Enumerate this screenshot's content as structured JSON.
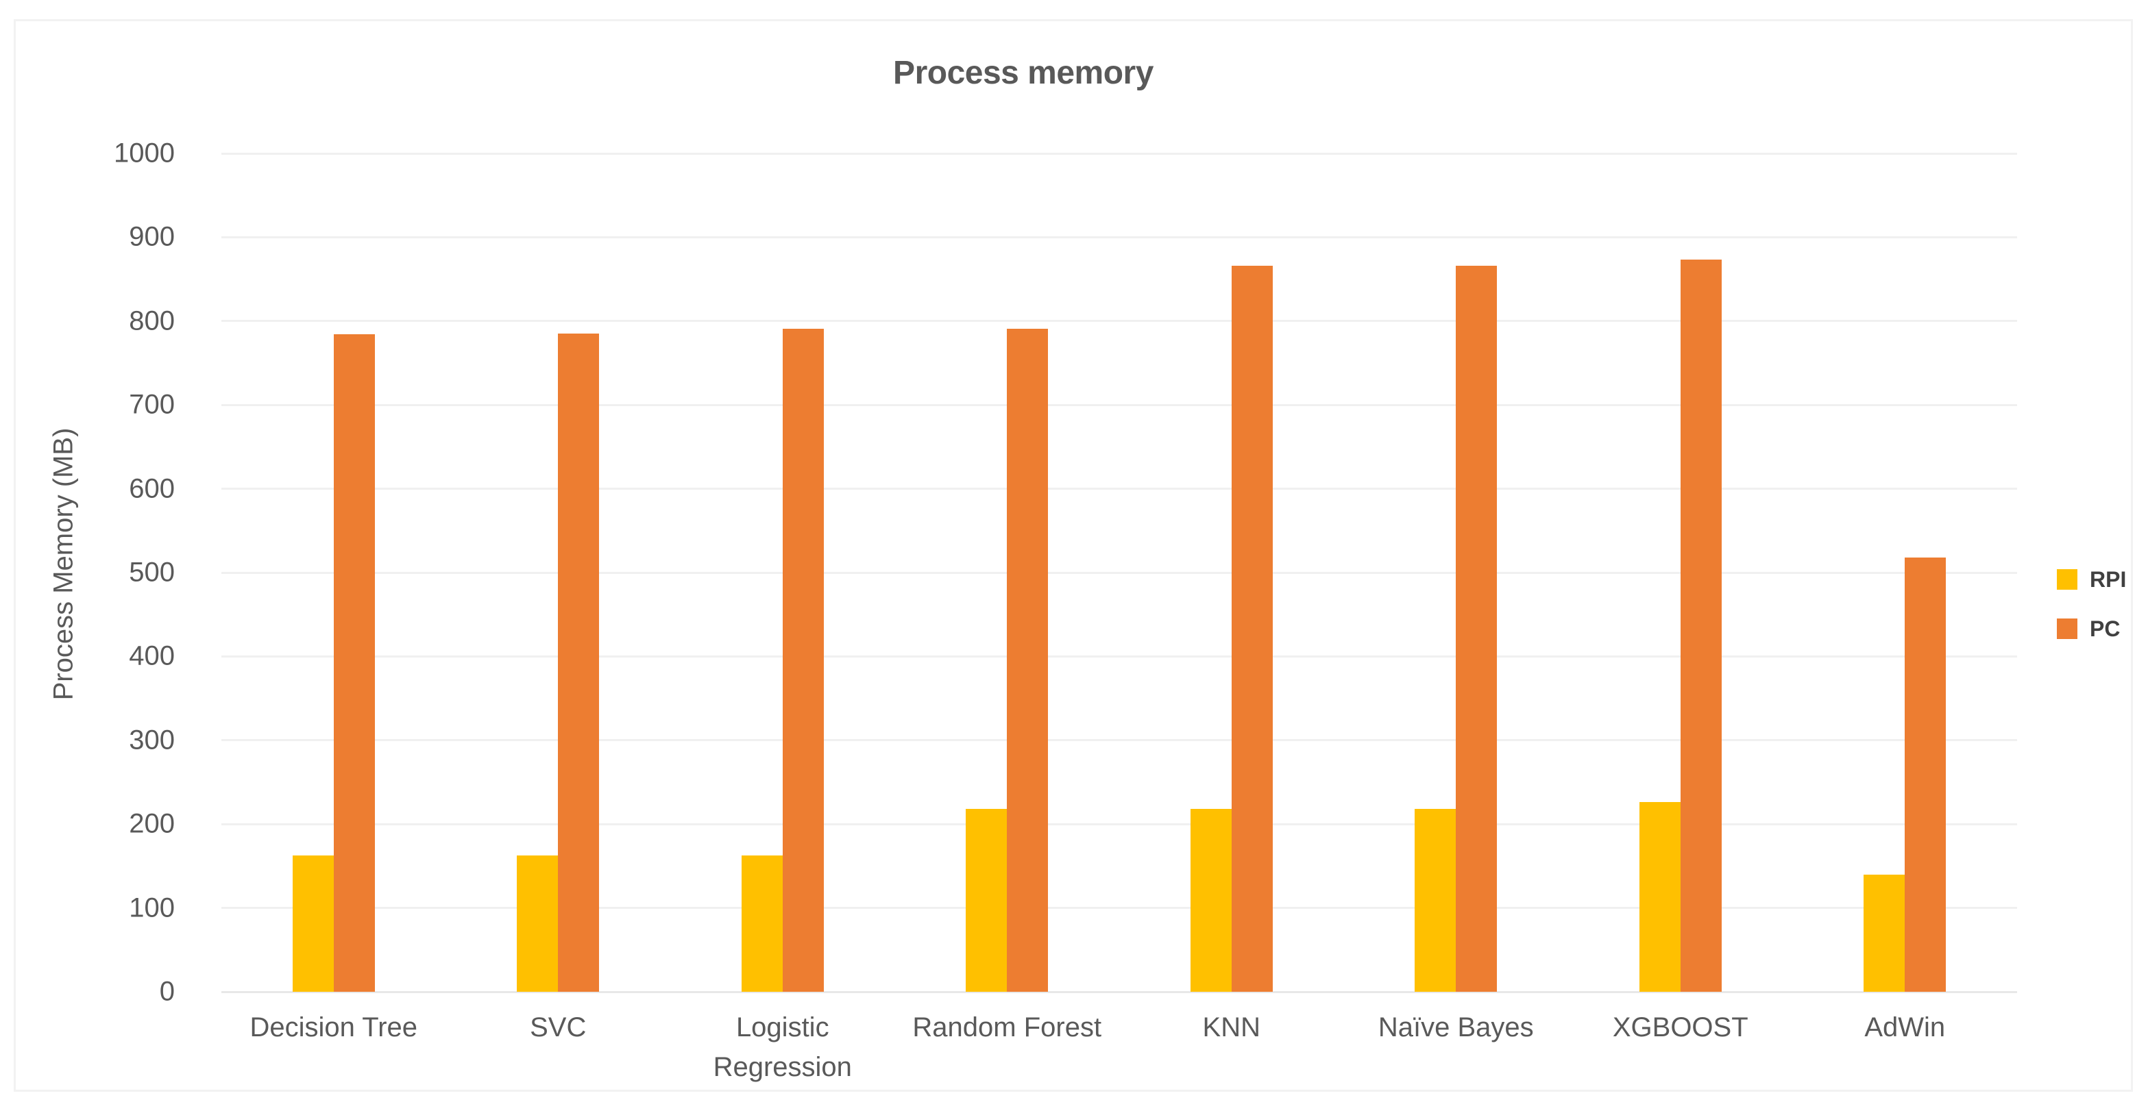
{
  "chart_data": {
    "type": "bar",
    "title": "Process memory",
    "xlabel": "",
    "ylabel": "Process Memory (MB)",
    "ylim": [
      0,
      1000
    ],
    "ytick_step": 100,
    "yticks": [
      "1000",
      "900",
      "800",
      "700",
      "600",
      "500",
      "400",
      "300",
      "200",
      "100",
      "0"
    ],
    "grid": true,
    "legend_position": "right",
    "categories": [
      "Decision Tree",
      "SVC",
      "Logistic Regression",
      "Random Forest",
      "KNN",
      "Naïve Bayes",
      "XGBOOST",
      "AdWin"
    ],
    "series": [
      {
        "name": "RPI",
        "color": "#FFC000",
        "values": [
          163,
          163,
          163,
          218,
          218,
          218,
          226,
          140
        ]
      },
      {
        "name": "PC",
        "color": "#ED7D31",
        "values": [
          784,
          785,
          791,
          791,
          866,
          866,
          873,
          518
        ]
      }
    ]
  },
  "legend": {
    "items": [
      {
        "label": "RPI",
        "color": "#FFC000"
      },
      {
        "label": "PC",
        "color": "#ED7D31"
      }
    ]
  },
  "colors": {
    "text": "#595959",
    "title": "#595959",
    "grid": "#f0f0f0",
    "frame": "#f2f2f2",
    "rpi": "#FFC000",
    "pc": "#ED7D31"
  }
}
